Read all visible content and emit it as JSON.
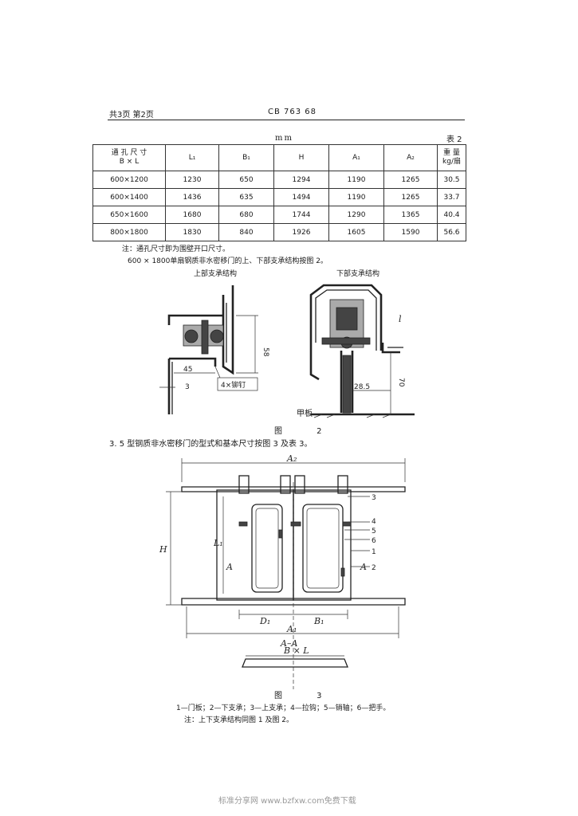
{
  "header": {
    "left": "共3页 第2页",
    "center": "CB 763 68"
  },
  "unit": "mm",
  "table_no": "表 2",
  "table": {
    "columns": [
      "通 孔 尺 寸\nB × L",
      "L₁",
      "B₁",
      "H",
      "A₁",
      "A₂",
      "重  量\nkg/扇"
    ],
    "rows": [
      [
        "600×1200",
        "1230",
        "650",
        "1294",
        "1190",
        "1265",
        "30.5"
      ],
      [
        "600×1400",
        "1436",
        "635",
        "1494",
        "1190",
        "1265",
        "33.7"
      ],
      [
        "650×1600",
        "1680",
        "680",
        "1744",
        "1290",
        "1365",
        "40.4"
      ],
      [
        "800×1800",
        "1830",
        "840",
        "1926",
        "1605",
        "1590",
        "56.6"
      ]
    ]
  },
  "notes": {
    "n1": "注：通孔尺寸即为围壁开口尺寸。",
    "n2": "600 × 1800单扇钢质非水密移门的上、下部支承结构按图 2。"
  },
  "figure2": {
    "upper_label": "上部支承结构",
    "lower_label": "下部支承结构",
    "dim_58": "58",
    "dim_45": "45",
    "dim_3": "3",
    "rivet": "4×铆钉",
    "dim_70": "70",
    "dim_28_5": "28.5",
    "deck": "甲板",
    "caption": "图 2"
  },
  "para3": "3.  5 型钢质非水密移门的型式和基本尺寸按图 3 及表 3。",
  "figure3": {
    "A2": "A₂",
    "A1": "A₁",
    "H": "H",
    "L1": "L₁",
    "D1": "D₁",
    "B1": "B₁",
    "A": "A",
    "section": "A–A",
    "BxL": "B × L",
    "callouts": [
      "3",
      "4",
      "5",
      "6",
      "1",
      "2"
    ],
    "caption": "图 3"
  },
  "legend": "1—门板；2—下支承；3—上支承；4—拉钩；5—销轴；6—把手。",
  "note3": "注：上下支承结构同图 1 及图 2。",
  "footer": "标准分享网 www.bzfxw.com免费下载"
}
